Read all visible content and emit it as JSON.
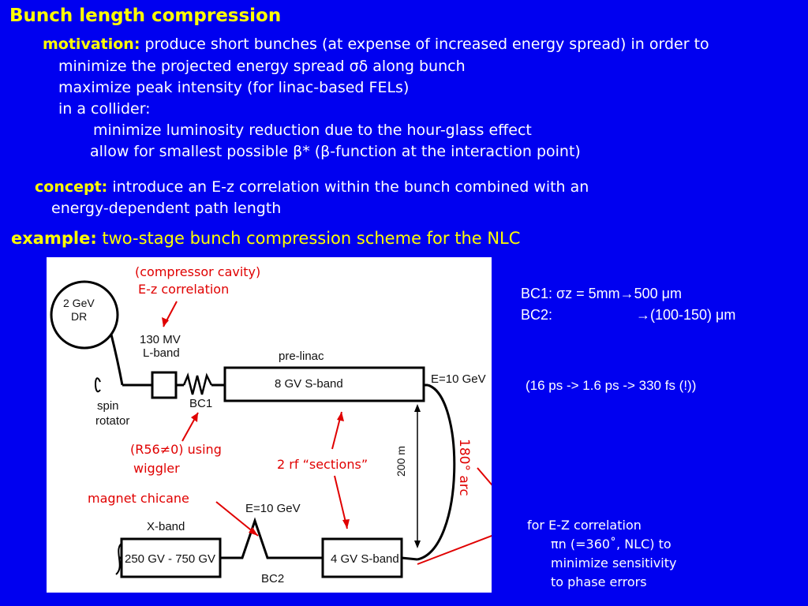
{
  "title": "Bunch length compression",
  "motivation": {
    "label": "motivation:",
    "text": " produce short bunches (at expense of increased energy spread) in order to",
    "items": [
      "minimize the projected energy spread σδ along bunch",
      "maximize peak intensity (for linac-based FELs)",
      "in a collider:"
    ],
    "subitems": [
      "minimize luminosity reduction due to the hour-glass effect",
      "allow for smallest possible β* (β-function at the interaction point)"
    ]
  },
  "concept": {
    "label": "concept:",
    "text": " introduce an E-z correlation within the bunch combined with an",
    "cont": "energy-dependent path length"
  },
  "example": {
    "label": "example:",
    "text": " two-stage bunch compression scheme for the NLC"
  },
  "diagram": {
    "dr": [
      "2 GeV",
      "DR"
    ],
    "lband": [
      "130 MV",
      "L-band"
    ],
    "prelinac": "pre-linac",
    "sband8": "8 GV S-band",
    "e10_top": "E=10 GeV",
    "spin": [
      "spin",
      "rotator"
    ],
    "bc1": "BC1",
    "len200": "200 m",
    "e10_mid": "E=10 GeV",
    "xband": "X-band",
    "xband_box": "250 GV - 750 GV",
    "sband4": "4 GV S-band",
    "bc2": "BC2"
  },
  "annotations": {
    "cavity": [
      "(compressor cavity)",
      "E-z correlation"
    ],
    "wiggler": [
      "(R56≠0) using",
      "wiggler"
    ],
    "rf_sections": "2 rf “sections”",
    "chicane": "magnet chicane",
    "arc": "180° arc",
    "ez_note": [
      "for E-Z correlation",
      "πn (=360˚, NLC) to",
      "minimize sensitivity",
      "to phase errors"
    ]
  },
  "right": {
    "bc1_line": "BC1: σz = 5mm→500 μm",
    "bc2_label": "BC2:",
    "bc2_value": "→(100-150) μm",
    "times": "(16 ps -> 1.6 ps -> 330 fs (!))"
  },
  "colors": {
    "background": "#0000f0",
    "highlight": "#ffff00",
    "annotation": "#e00000"
  }
}
